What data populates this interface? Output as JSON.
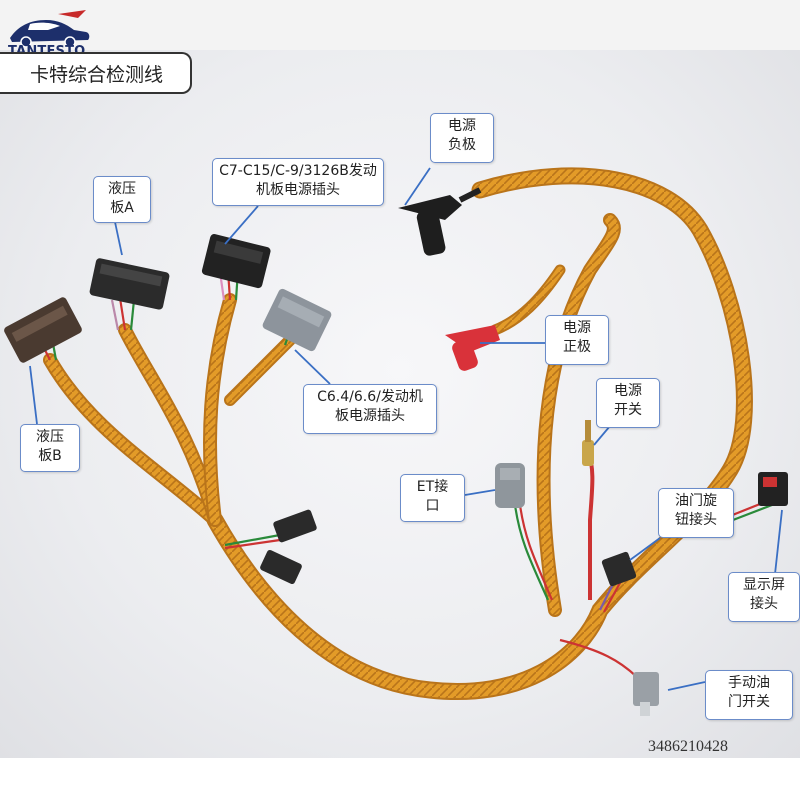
{
  "brand": {
    "name": "TANTESTO",
    "logo_icon": "car-logo-icon",
    "color": "#1d2f6b"
  },
  "title": "卡特综合检测线",
  "callouts": {
    "hydraulic_a": "液压\n板A",
    "hydraulic_b": "液压\n板B",
    "c7_plug": "C7-C15/C-9/3126B发动\n机板电源插头",
    "c64_plug": "C6.4/6.6/发动机\n板电源插头",
    "power_negative": "电源\n负极",
    "power_positive": "电源\n正极",
    "power_switch": "电源\n开关",
    "et_port": "ET接\n口",
    "throttle_knob": "油门旋\n钮接头",
    "display": "显示屏\n接头",
    "manual_throttle": "手动油\n门开关"
  },
  "serial_number": "3486210428",
  "colors": {
    "harness": "#e09a2a",
    "callout_border": "#6b8cc9",
    "clip_red": "#d9323a",
    "clip_black": "#222222"
  }
}
